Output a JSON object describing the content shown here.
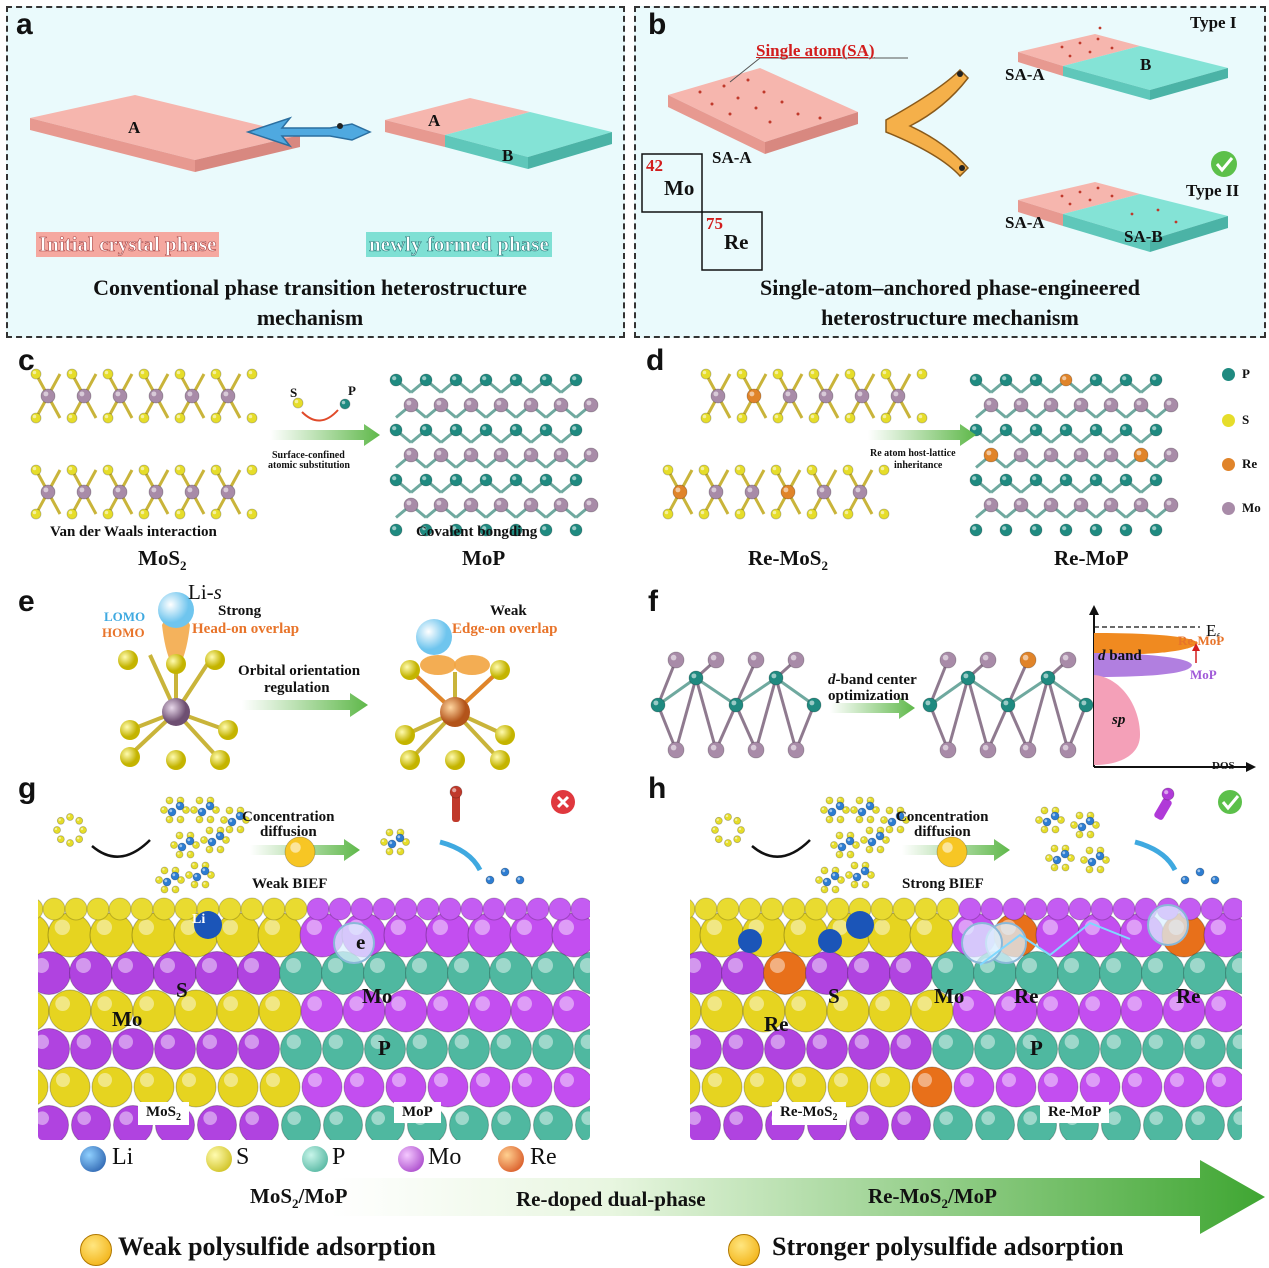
{
  "panels": {
    "a": {
      "label": "a",
      "slab_a": "A",
      "slab_a2": "A",
      "slab_b": "B",
      "initial": "Initial crystal phase",
      "newly": "newly formed phase",
      "caption_l1": "Conventional phase transition heterostructure",
      "caption_l2": "mechanism"
    },
    "b": {
      "label": "b",
      "single_atom": "Single atom(SA)",
      "sa_a_main": "SA-A",
      "mo_num": "42",
      "mo": "Mo",
      "re_num": "75",
      "re": "Re",
      "type1": "Type I",
      "type2": "Type II",
      "sa_a_1": "SA-A",
      "b_1": "B",
      "sa_a_2": "SA-A",
      "sa_b": "SA-B",
      "caption_l1": "Single-atom–anchored phase-engineered",
      "caption_l2": "heterostructure mechanism"
    },
    "c": {
      "label": "c",
      "s": "S",
      "p": "P",
      "arrow_l1": "Surface-confined",
      "arrow_l2": "atomic substitution",
      "vdw": "Van der Waals interaction",
      "covalent": "Covalent bongding",
      "mos2": "MoS",
      "mos2_sub": "2",
      "mop": "MoP"
    },
    "d": {
      "label": "d",
      "arrow_l1": "Re atom host-lattice",
      "arrow_l2": "inheritance",
      "remos2": "Re-MoS",
      "remos2_sub": "2",
      "remop": "Re-MoP",
      "legend": [
        "P",
        "S",
        "Re",
        "Mo"
      ]
    },
    "e": {
      "label": "e",
      "lis": "Li-",
      "lis_s": "s",
      "lomo": "LOMO",
      "homo": "HOMO",
      "strong": "Strong",
      "headon": "Head-on overlap",
      "weak": "Weak",
      "edgeon": "Edge-on overlap",
      "arrow_l1": "Orbital orientation",
      "arrow_l2": "regulation"
    },
    "f": {
      "label": "f",
      "arrow_l1": "d-band center",
      "arrow_l1_prefix": "d",
      "arrow_l1_rest": "-band center",
      "arrow_l2": "optimization",
      "ef": "E",
      "ef_sub": "f",
      "dband_d": "d",
      "dband_rest": " band",
      "remop": "Re-MoP",
      "mop": "MoP",
      "sp": "sp",
      "dos": "DOS"
    },
    "g": {
      "label": "g",
      "conc_l1": "Concentration",
      "conc_l2": "diffusion",
      "bief": "Weak BIEF",
      "li": "Li",
      "s": "S",
      "mo": "Mo",
      "mo2": "Mo",
      "p": "P",
      "e": "e",
      "mos2": "MoS",
      "mos2_sub": "2",
      "mop": "MoP"
    },
    "h": {
      "label": "h",
      "conc_l1": "Concentration",
      "conc_l2": "diffusion",
      "bief": "Strong BIEF",
      "s": "S",
      "mo": "Mo",
      "re1": "Re",
      "re2": "Re",
      "re3": "Re",
      "p": "P",
      "remos2": "Re-MoS",
      "remos2_sub": "2",
      "remop": "Re-MoP"
    }
  },
  "legend_bottom": [
    "Li",
    "S",
    "P",
    "Mo",
    "Re"
  ],
  "bottom_arrow": {
    "left": "MoS",
    "left_sub": "2",
    "left_rest": "/MoP",
    "mid": "Re-doped dual-phase",
    "right": "Re-MoS",
    "right_sub": "2",
    "right_rest": "/MoP"
  },
  "footer": {
    "weak": "Weak polysulfide adsorption",
    "strong": "Stronger polysulfide adsorption"
  },
  "colors": {
    "mo": "#a88ba8",
    "s": "#e6dd2a",
    "p": "#1f8a80",
    "re": "#e0842a",
    "slab_red": "#f4aba4",
    "slab_teal": "#7ee3d5"
  }
}
